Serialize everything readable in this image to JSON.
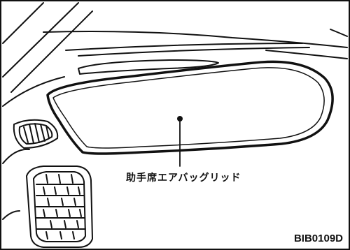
{
  "diagram": {
    "callout_label": "助手席エアバッグリッド",
    "figure_code": "BIB0109D"
  },
  "icons": {
    "windshield": "windshield-lines",
    "dashboard": "dashboard-outline",
    "airbag_lid": "airbag-lid-panel",
    "side_vent": "side-air-vent",
    "center_vent": "center-air-vent-grille"
  },
  "colors": {
    "ink": "#111111",
    "background": "#ffffff"
  }
}
